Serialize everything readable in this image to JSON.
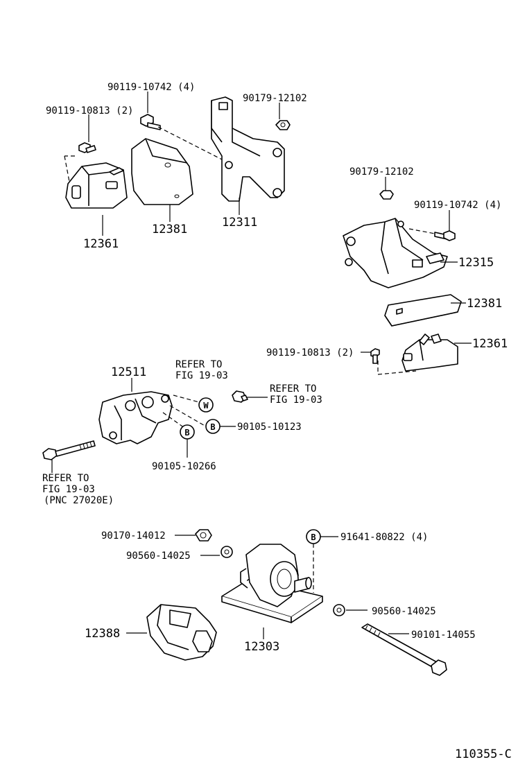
{
  "labels": {
    "p90119_10742_a": "90119-10742 (4)",
    "p90119_10813_a": "90119-10813 (2)",
    "p90179_12102_a": "90179-12102",
    "p12381_a": "12381",
    "p12311": "12311",
    "p12361_a": "12361",
    "p90179_12102_b": "90179-12102",
    "p90119_10742_b": "90119-10742 (4)",
    "p12315": "12315",
    "p12381_b": "12381",
    "p90119_10813_b": "90119-10813 (2)",
    "p12361_b": "12361",
    "p12511": "12511",
    "refer_to_1": "REFER TO",
    "fig_19_03_1": "FIG 19-03",
    "refer_to_2": "REFER TO",
    "fig_19_03_2": "FIG 19-03",
    "p90105_10123": "90105-10123",
    "p90105_10266": "90105-10266",
    "refer_to_3": "REFER TO",
    "fig_19_03_3": "FIG 19-03",
    "pnc_note": "(PNC 27020E)",
    "p90170_14012": "90170-14012",
    "p90560_14025_a": "90560-14025",
    "p91641_80822": "91641-80822 (4)",
    "p90560_14025_b": "90560-14025",
    "p90101_14055": "90101-14055",
    "p12388": "12388",
    "p12303": "12303",
    "diagram_id": "110355-C"
  },
  "markers": {
    "w": "W",
    "b1": "B",
    "b2": "B",
    "b3": "B"
  }
}
